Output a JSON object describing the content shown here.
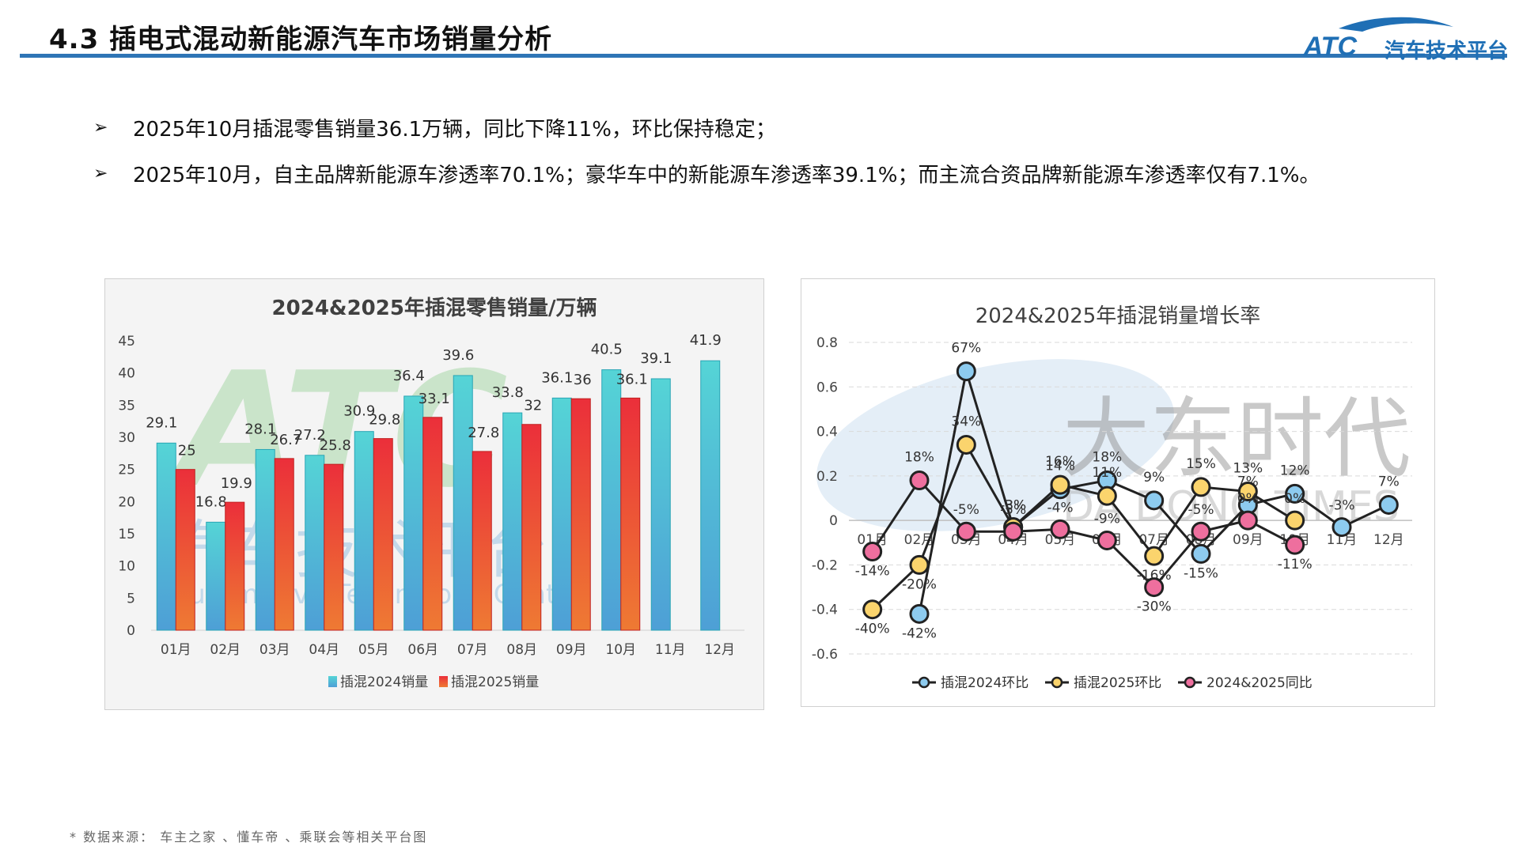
{
  "header": {
    "title": "4.3 插电式混动新能源汽车市场销量分析",
    "logo_abbr": "ATC",
    "logo_text": "汽车技术平台"
  },
  "bullets": [
    {
      "marker": "➢",
      "text": "2025年10月插混零售销量36.1万辆，同比下降11%，环比保持稳定；"
    },
    {
      "marker": "➢",
      "text": "2025年10月，自主品牌新能源车渗透率70.1%；豪华车中的新能源车渗透率39.1%；而主流合资品牌新能源车渗透率仅有7.1%。"
    }
  ],
  "footnote": "* 数据来源： 车主之家 、懂车帝 、乘联会等相关平台图",
  "colors": {
    "accent_blue": "#2E75B6",
    "bar_2024": "#4FC6D0",
    "bar_2025": "#E8433A",
    "line_2024": "#8DCBEF",
    "line_2025": "#FBD46D",
    "line_yoy": "#EE6F9E"
  },
  "chart_data": [
    {
      "type": "bar",
      "title": "2024&2025年插混零售销量/万辆",
      "categories": [
        "01月",
        "02月",
        "03月",
        "04月",
        "05月",
        "06月",
        "07月",
        "08月",
        "09月",
        "10月",
        "11月",
        "12月"
      ],
      "series": [
        {
          "name": "插混2024销量",
          "values": [
            29.1,
            16.8,
            28.1,
            27.2,
            30.9,
            36.4,
            39.6,
            33.8,
            36.1,
            40.5,
            39.1,
            41.9
          ]
        },
        {
          "name": "插混2025销量",
          "values": [
            25,
            19.9,
            26.7,
            25.8,
            29.8,
            33.1,
            27.8,
            32,
            36,
            36.1,
            null,
            null
          ]
        }
      ],
      "xlabel": "",
      "ylabel": "",
      "ylim": [
        0,
        45
      ],
      "yticks": [
        0,
        5,
        10,
        15,
        20,
        25,
        30,
        35,
        40,
        45
      ],
      "legend_position": "bottom",
      "grid": false
    },
    {
      "type": "line",
      "title": "2024&2025年插混销量增长率",
      "categories": [
        "01月",
        "02月",
        "03月",
        "04月",
        "05月",
        "06月",
        "07月",
        "08月",
        "09月",
        "10月",
        "11月",
        "12月"
      ],
      "series": [
        {
          "name": "插混2024环比",
          "values": [
            null,
            -0.42,
            0.67,
            -0.03,
            0.14,
            0.18,
            0.09,
            -0.15,
            0.07,
            0.12,
            -0.03,
            0.07
          ],
          "labels": [
            "",
            "-42%",
            "67%",
            "-3%",
            "14%",
            "18%",
            "9%",
            "-15%",
            "7%",
            "12%",
            "-3%",
            "7%"
          ]
        },
        {
          "name": "插混2025环比",
          "values": [
            -0.4,
            -0.2,
            0.34,
            -0.03,
            0.16,
            0.11,
            -0.16,
            0.15,
            0.13,
            0.0,
            null,
            null
          ],
          "labels": [
            "-40%",
            "-20%",
            "34%",
            "-3%",
            "16%",
            "11%",
            "-16%",
            "15%",
            "13%",
            "0%",
            "",
            ""
          ]
        },
        {
          "name": "2024&2025同比",
          "values": [
            -0.14,
            0.18,
            -0.05,
            -0.05,
            -0.04,
            -0.09,
            -0.3,
            -0.05,
            0.0,
            -0.11,
            null,
            null
          ],
          "labels": [
            "-14%",
            "18%",
            "-5%",
            "-5%",
            "-4%",
            "-9%",
            "-30%",
            "-5%",
            "0%",
            "-11%",
            "",
            ""
          ]
        }
      ],
      "ylim": [
        -0.6,
        0.8
      ],
      "yticks": [
        -0.6,
        -0.4,
        -0.2,
        0,
        0.2,
        0.4,
        0.6,
        0.8
      ],
      "grid": true,
      "legend_position": "bottom"
    }
  ],
  "watermarks": {
    "left_main": "ATC",
    "left_cn": "汽车技术平台",
    "left_en": "Automotive Technology Center",
    "right_cn": "大东时代",
    "right_en": "DA DONG TIMES"
  }
}
